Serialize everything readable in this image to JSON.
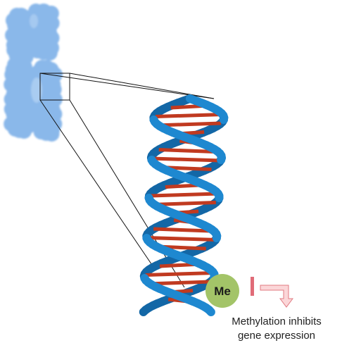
{
  "methyl_label": "Me",
  "caption": {
    "line1": "Methylation inhibits",
    "line2": "gene expression"
  },
  "colors": {
    "chromosome": "#8ab8ea",
    "chromosome_highlight": "#b7d4f4",
    "helix_strand": "#1e88d0",
    "helix_strand_dark": "#1367a6",
    "base_pair": "#c03a20",
    "methyl_circle": "#a3c468",
    "inhibit_bar": "#e06c78",
    "arrow_fill": "#fbd6d8",
    "arrow_stroke": "#e07a82"
  },
  "icons": [
    "chromosome-icon",
    "dna-double-helix-icon",
    "methyl-group-icon",
    "inhibition-bar-icon",
    "gene-expression-arrow-icon"
  ]
}
